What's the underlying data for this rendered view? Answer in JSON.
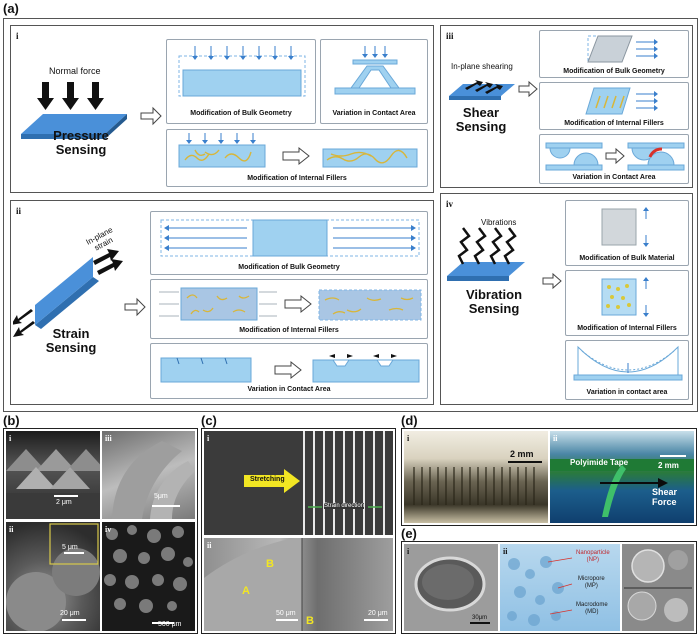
{
  "panel_labels": {
    "a": "(a)",
    "b": "(b)",
    "c": "(c)",
    "d": "(d)",
    "e": "(e)"
  },
  "pressure": {
    "roman": "i",
    "force_label": "Normal force",
    "title_line1": "Pressure",
    "title_line2": "Sensing",
    "cap_bulk": "Modification of Bulk Geometry",
    "cap_contact": "Variation in Contact Area",
    "cap_fillers": "Modification of Internal Fillers"
  },
  "strain": {
    "roman": "ii",
    "strain_label_line1": "In-plane",
    "strain_label_line2": "strain",
    "title_line1": "Strain",
    "title_line2": "Sensing",
    "cap_bulk": "Modification of Bulk Geometry",
    "cap_fillers": "Modification of Internal Fillers",
    "cap_contact": "Variation in Contact Area"
  },
  "shear": {
    "roman": "iii",
    "shear_label": "In-plane shearing",
    "title_line1": "Shear",
    "title_line2": "Sensing",
    "cap_bulk": "Modification of Bulk Geometry",
    "cap_fillers": "Modification of Internal Fillers",
    "cap_contact": "Variation in Contact Area"
  },
  "vibration": {
    "roman": "iv",
    "vib_label": "Vibrations",
    "title_line1": "Vibration",
    "title_line2": "Sensing",
    "cap_bulk": "Modification of Bulk Material",
    "cap_fillers": "Modification of Internal Fillers",
    "cap_contact": "Variation in contact area"
  },
  "panel_b": {
    "sub_i": "i",
    "sub_ii": "ii",
    "sub_iii": "iii",
    "sub_iv": "iv",
    "scale_i": "2 μm",
    "scale_ii_a": "5 μm",
    "scale_ii_b": "20 μm",
    "scale_iii": "5μm",
    "scale_iv": "500 μm"
  },
  "panel_c": {
    "sub_i": "i",
    "sub_ii": "ii",
    "stretching": "Stretching",
    "strain_direction": "Strain direction",
    "label_A": "A",
    "label_B_top": "B",
    "label_B_bottom": "B",
    "scale_left": "50 μm",
    "scale_right": "20 μm"
  },
  "panel_d": {
    "sub_i": "i",
    "sub_ii": "ii",
    "scale_i": "2 mm",
    "tape_label": "Polyimide Tape",
    "scale_ii": "2 mm",
    "shear_line1": "Shear",
    "shear_line2": "Force"
  },
  "panel_e": {
    "sub_i": "i",
    "sub_ii": "ii",
    "scale_i": "30μm",
    "np_line1": "Nanoparticle",
    "np_line2": "(NP)",
    "mp_line1": "Micropore",
    "mp_line2": "(MP)",
    "md_line1": "Macrodome",
    "md_line2": "(MD)"
  }
}
